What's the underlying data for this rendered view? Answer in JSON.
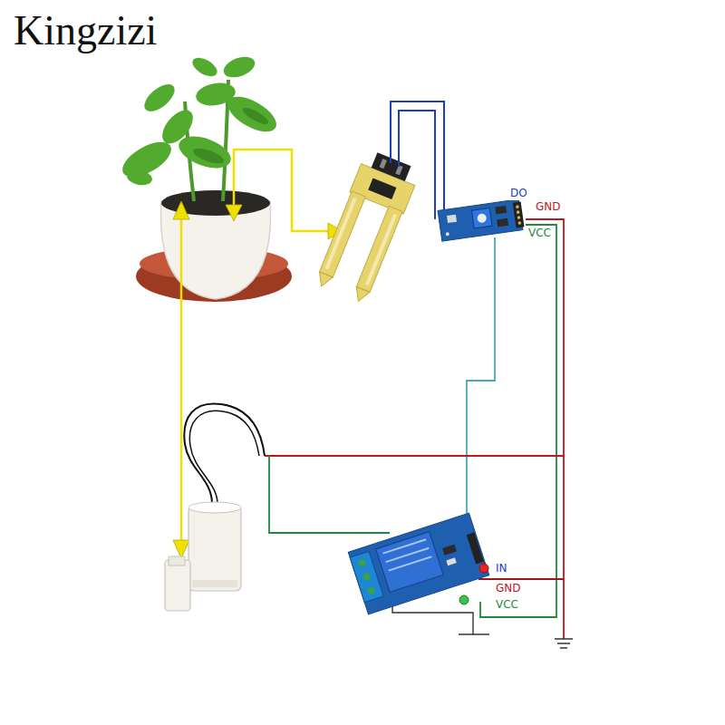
{
  "diagram": {
    "labels": [
      "Kingzizi",
      "DO",
      "GND",
      "VCC",
      "IN",
      "GND",
      "VCC"
    ]
  }
}
